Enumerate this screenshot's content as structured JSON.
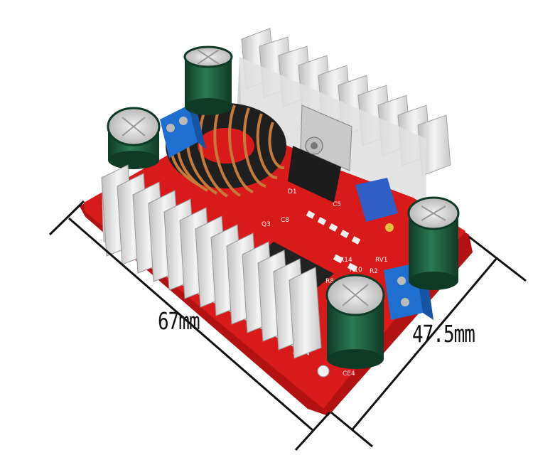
{
  "dimensions": {
    "length": "67mm",
    "width": "47.5mm"
  },
  "board": {
    "silkscreen": [
      "D1",
      "C5",
      "RV1",
      "R14",
      "R10",
      "R8",
      "R2",
      "C8",
      "C4",
      "CE4",
      "Q3"
    ]
  },
  "colors": {
    "pcb": "#d81a1a",
    "heatsink": "#dcdcdc",
    "capacitor": "#1f5a3c",
    "terminal": "#1f6fd1",
    "inductor_core": "#2a2a2a",
    "copper": "#c57a3c",
    "trimmer": "#2f5fc4"
  }
}
